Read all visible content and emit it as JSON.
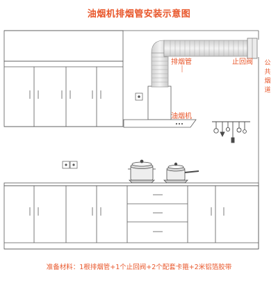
{
  "title": "油烟机排烟管安装示意图",
  "labels": {
    "exhaust_pipe": "排烟管",
    "check_valve": "止回阀",
    "range_hood": "油烟机",
    "public_flue": "公共烟道"
  },
  "footnote": "准备材料：1根排烟管+1个止回阀+2个配套卡箍+2米铝箔胶带",
  "colors": {
    "label_text": "#e8562a",
    "line": "#5a5a5a",
    "pipe": "#e4e4e4"
  }
}
